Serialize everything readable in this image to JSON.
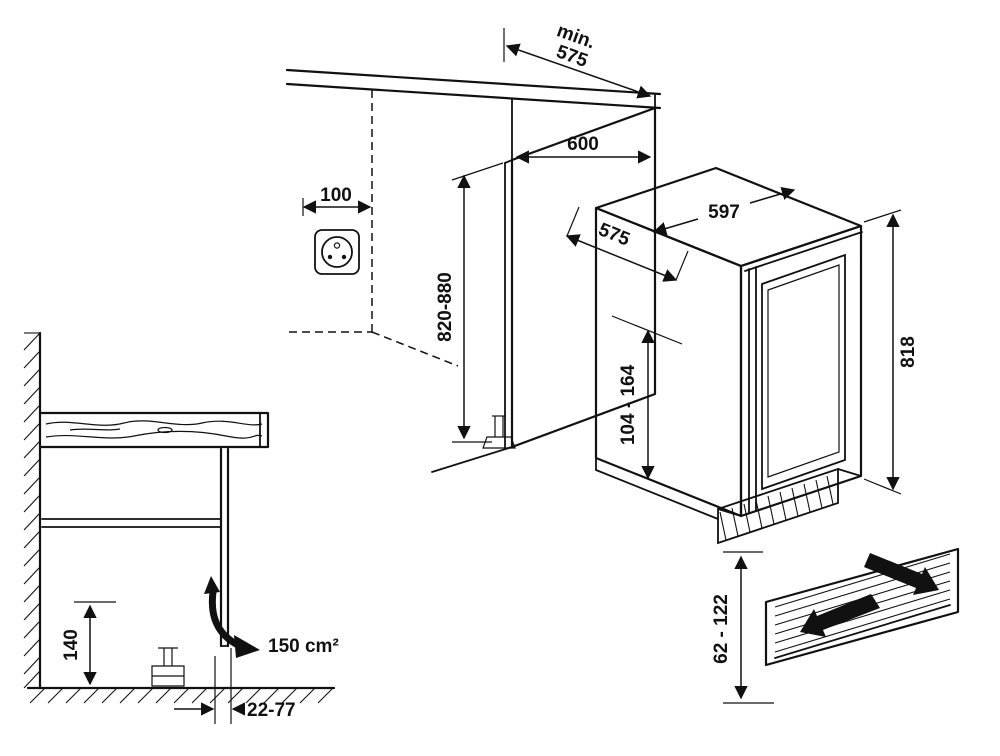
{
  "colors": {
    "line": "#111111",
    "panel": "#d9d9d9",
    "grille": "#efefef"
  },
  "niche": {
    "min_depth_label": "min.",
    "min_depth_value": "575",
    "socket_offset": "100",
    "width": "600",
    "height_range": "820-880"
  },
  "appliance": {
    "width": "597",
    "depth": "575",
    "height": "818",
    "base_height_range": "104 - 164"
  },
  "ventilation": {
    "grille_height_range": "62 - 122"
  },
  "section": {
    "duct_height": "140",
    "vent_area": "150 cm²",
    "plinth_depth_range": "22-77"
  }
}
